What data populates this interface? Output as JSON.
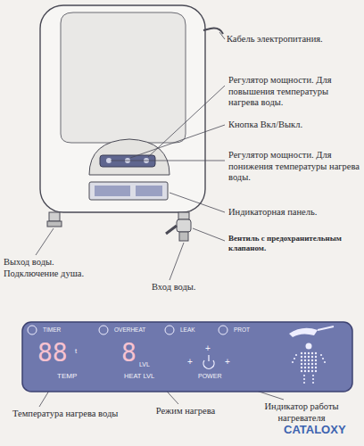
{
  "diagram": {
    "nodes": [
      {
        "text": [
          "TIMER",
          "OVERHEAT",
          "LEAK",
          "PROT",
          "88",
          "t",
          "8",
          "LVL",
          "TEMP",
          "HEAT LVL",
          "+",
          "+",
          "+",
          "POWER"
        ]
      }
    ],
    "labels": [
      "Кабель электропитания.",
      "Регулятор мощности. Для повышения температуры нагрева воды.",
      "Кнопка Вкл/Выкл.",
      "Регулятор мощности. Для понижения температуры нагрева воды.",
      "Индикаторная панель.",
      "Вентиль с предохранительным клапаном.",
      "Выход воды. Подключение душа.",
      "Вход воды.",
      "Температура нагрева воды",
      "Режим нагрева",
      "Индикатор работы нагревателя",
      "CATALOXY"
    ]
  }
}
